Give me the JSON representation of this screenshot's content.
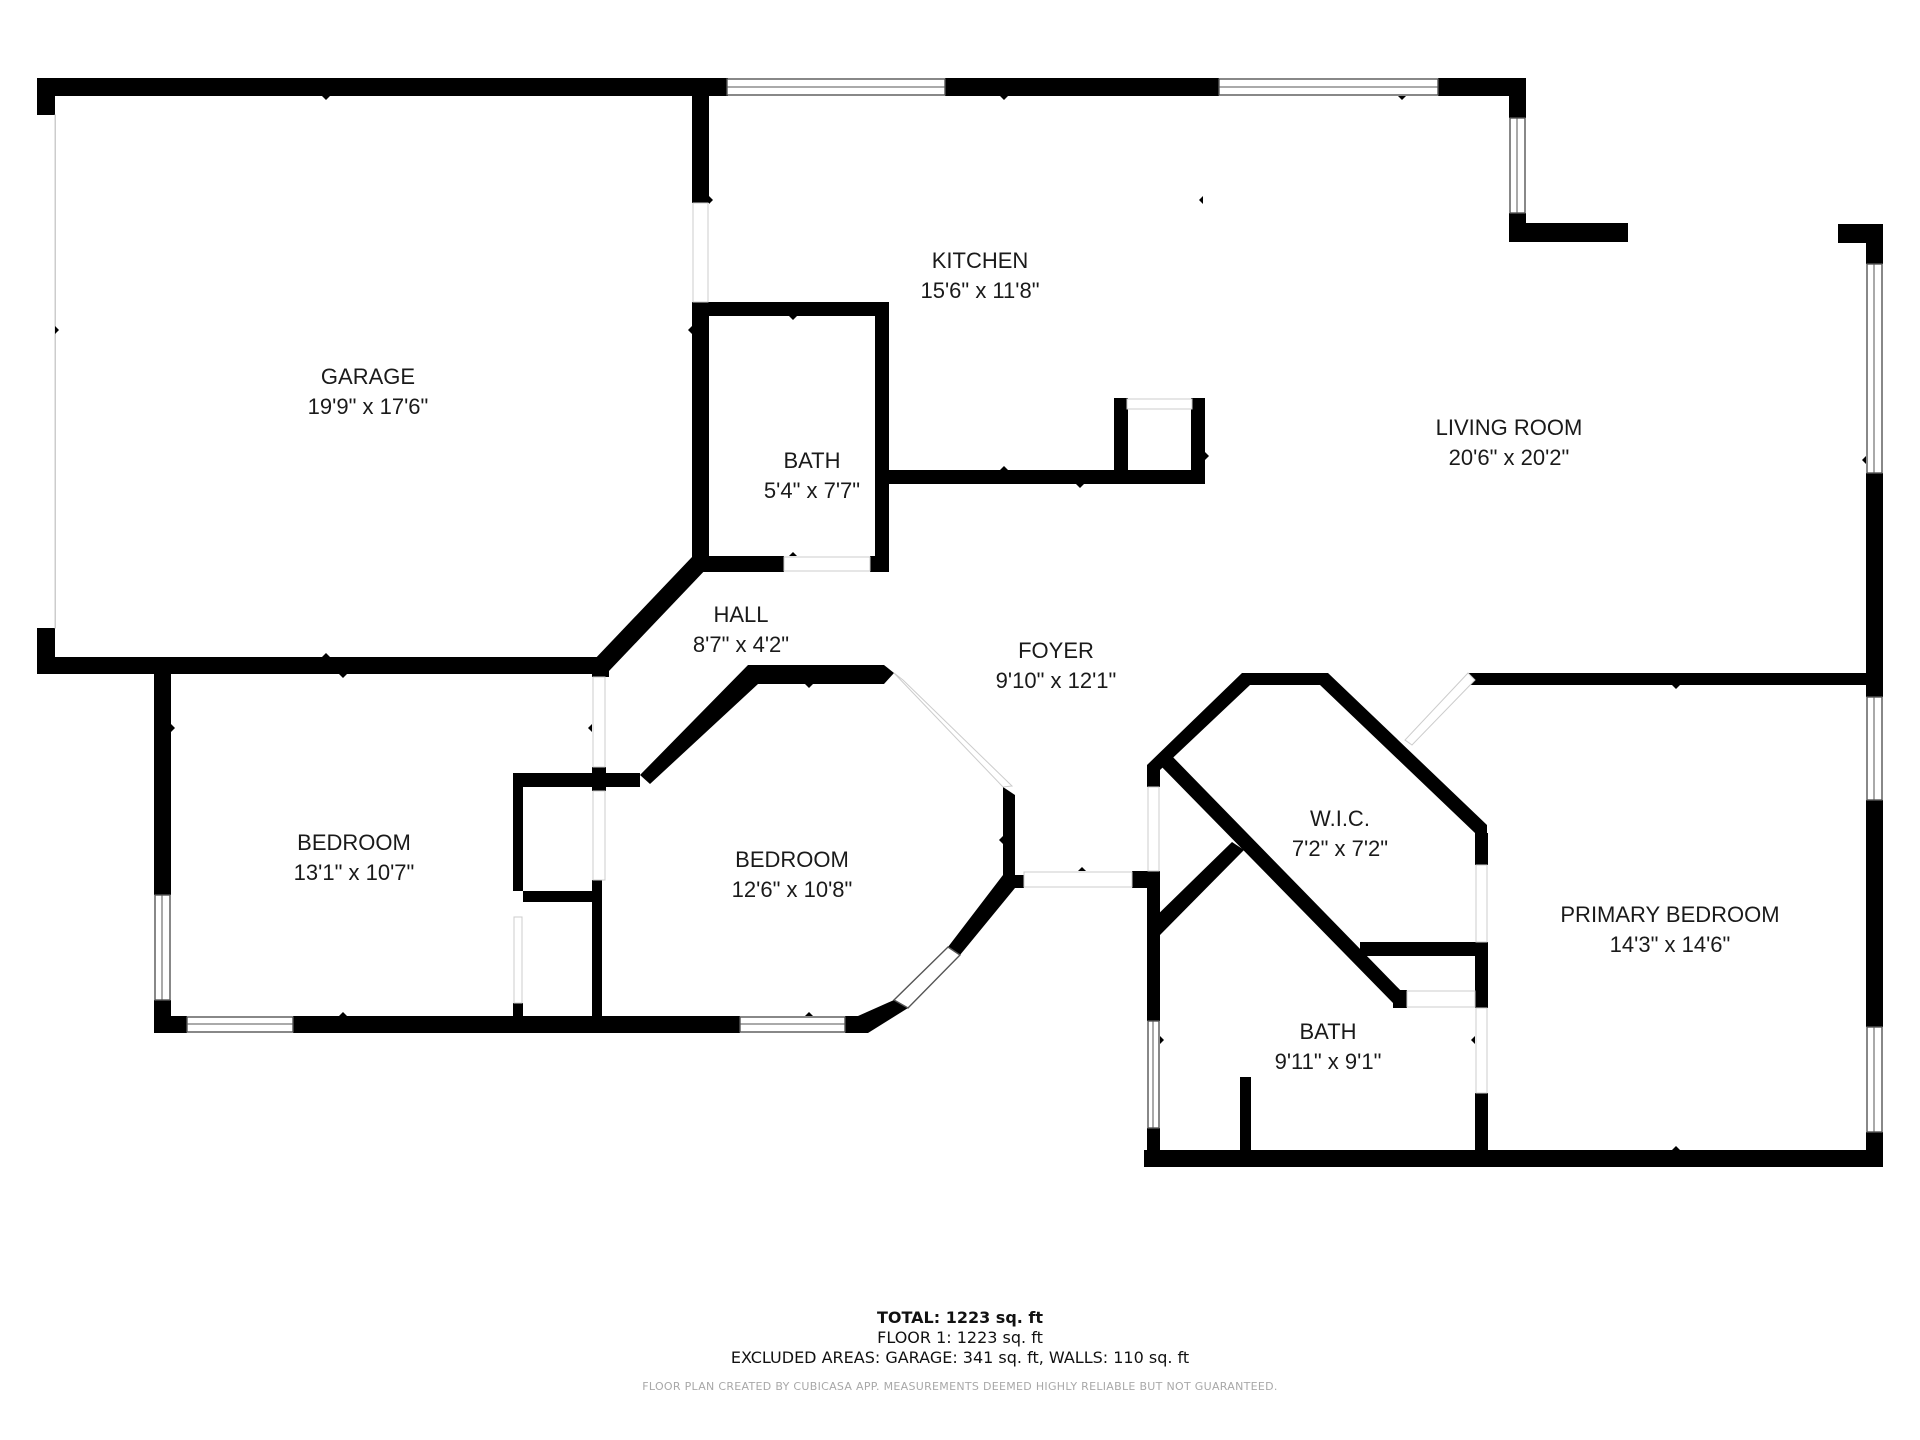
{
  "plan": {
    "wall_color": "#000000",
    "rooms": [
      {
        "id": "garage",
        "name": "GARAGE",
        "dims": "19'9\" x 17'6\""
      },
      {
        "id": "kitchen",
        "name": "KITCHEN",
        "dims": "15'6\" x 11'8\""
      },
      {
        "id": "bath1",
        "name": "BATH",
        "dims": "5'4\" x 7'7\""
      },
      {
        "id": "living",
        "name": "LIVING ROOM",
        "dims": "20'6\" x 20'2\""
      },
      {
        "id": "hall",
        "name": "HALL",
        "dims": "8'7\" x 4'2\""
      },
      {
        "id": "foyer",
        "name": "FOYER",
        "dims": "9'10\" x 12'1\""
      },
      {
        "id": "bedroom1",
        "name": "BEDROOM",
        "dims": "13'1\" x 10'7\""
      },
      {
        "id": "bedroom2",
        "name": "BEDROOM",
        "dims": "12'6\" x 10'8\""
      },
      {
        "id": "wic",
        "name": "W.I.C.",
        "dims": "7'2\" x 7'2\""
      },
      {
        "id": "bath2",
        "name": "BATH",
        "dims": "9'11\" x 9'1\""
      },
      {
        "id": "primary",
        "name": "PRIMARY BEDROOM",
        "dims": "14'3\" x 14'6\""
      }
    ]
  },
  "summary": {
    "total": "TOTAL: 1223 sq. ft",
    "floor1": "FLOOR 1: 1223 sq. ft",
    "excluded": "EXCLUDED AREAS: GARAGE: 341 sq. ft, WALLS: 110 sq. ft",
    "footnote": "FLOOR PLAN CREATED BY CUBICASA APP. MEASUREMENTS DEEMED HIGHLY RELIABLE BUT NOT GUARANTEED."
  }
}
